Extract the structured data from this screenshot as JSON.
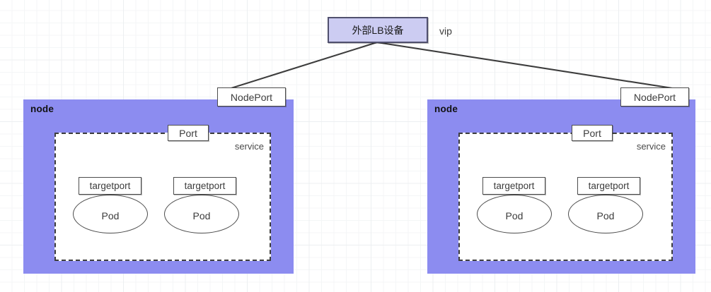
{
  "diagram": {
    "title_node": {
      "label": "外部LB设备",
      "fill": "#ccccf2",
      "stroke": "#50506e"
    },
    "vip_label": "vip",
    "node_fill": "#8c8cf0",
    "edge_color": "#3d3d3d",
    "left": {
      "node_label": "node",
      "nodeport_label": "NodePort",
      "service_label": "service",
      "port_label": "Port",
      "targetports": [
        "targetport",
        "targetport"
      ],
      "pods": [
        "Pod",
        "Pod"
      ]
    },
    "right": {
      "node_label": "node",
      "nodeport_label": "NodePort",
      "service_label": "service",
      "port_label": "Port",
      "targetports": [
        "targetport",
        "targetport"
      ],
      "pods": [
        "Pod",
        "Pod"
      ]
    }
  }
}
